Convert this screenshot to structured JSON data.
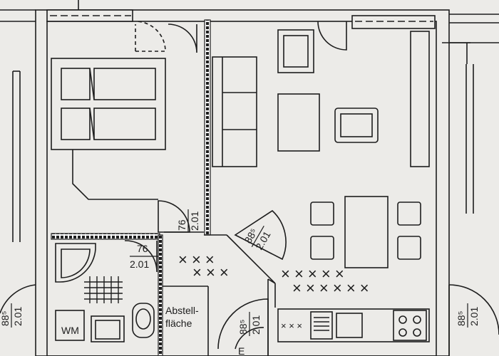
{
  "labels": {
    "storage_line1": "Abstell-",
    "storage_line2": "fläche",
    "washer": "WM",
    "stair_mark": "E"
  },
  "door_dims": [
    {
      "id": "bedroom",
      "width": "76",
      "height": "2.01"
    },
    {
      "id": "bathroom",
      "width": "76",
      "height": "2.01"
    },
    {
      "id": "living",
      "width": "88⁵",
      "height": "2.01"
    },
    {
      "id": "storage",
      "width": "88⁵",
      "height": "2.01"
    },
    {
      "id": "left-edge",
      "width": "88⁵",
      "height": "2.01"
    },
    {
      "id": "right-edge",
      "width": "88⁵",
      "height": "2.01"
    }
  ],
  "colors": {
    "paper": "#ecebe8",
    "ink": "#1d1d1d"
  }
}
